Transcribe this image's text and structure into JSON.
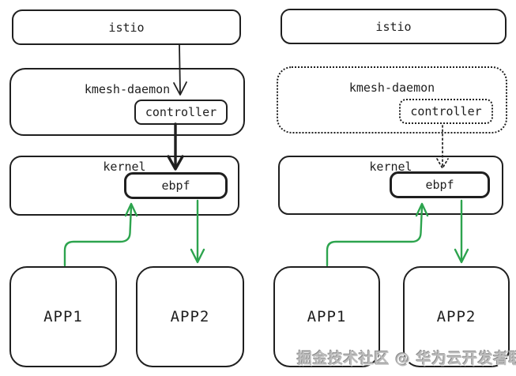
{
  "left": {
    "istio": "istio",
    "daemon": "kmesh-daemon",
    "controller": "controller",
    "kernel": "kernel",
    "ebpf": "ebpf",
    "app1": "APP1",
    "app2": "APP2"
  },
  "right": {
    "istio": "istio",
    "daemon": "kmesh-daemon",
    "controller": "controller",
    "kernel": "kernel",
    "ebpf": "ebpf",
    "app1": "APP1",
    "app2": "APP2"
  },
  "watermark": {
    "text": "掘金技术社区 @ 华为云开发者联盟"
  },
  "colors": {
    "stroke": "#1f1f1f",
    "arrow_green": "#2da44e",
    "watermark_gray": "#bcbcbc",
    "background": "#ffffff"
  }
}
